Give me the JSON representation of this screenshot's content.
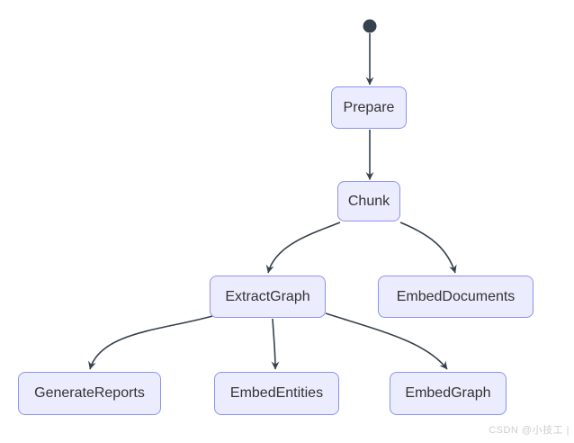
{
  "diagram": {
    "type": "state-flow-diagram",
    "colors": {
      "background": "#FFFFFF",
      "node_fill": "#ECECFF",
      "node_border": "#8A93F2",
      "edge_color": "#36414D",
      "start_node_color": "#36414D",
      "text_color": "#333333",
      "watermark_color": "#CDCDCD"
    },
    "start_node": {
      "shape": "filled-circle"
    },
    "nodes": [
      {
        "id": "Prepare",
        "label": "Prepare"
      },
      {
        "id": "Chunk",
        "label": "Chunk"
      },
      {
        "id": "ExtractGraph",
        "label": "ExtractGraph"
      },
      {
        "id": "EmbedDocuments",
        "label": "EmbedDocuments"
      },
      {
        "id": "GenerateReports",
        "label": "GenerateReports"
      },
      {
        "id": "EmbedEntities",
        "label": "EmbedEntities"
      },
      {
        "id": "EmbedGraph",
        "label": "EmbedGraph"
      }
    ],
    "edges": [
      {
        "from": "start",
        "to": "Prepare"
      },
      {
        "from": "Prepare",
        "to": "Chunk"
      },
      {
        "from": "Chunk",
        "to": "ExtractGraph"
      },
      {
        "from": "Chunk",
        "to": "EmbedDocuments"
      },
      {
        "from": "ExtractGraph",
        "to": "GenerateReports"
      },
      {
        "from": "ExtractGraph",
        "to": "EmbedEntities"
      },
      {
        "from": "ExtractGraph",
        "to": "EmbedGraph"
      }
    ]
  },
  "watermark": {
    "text": "CSDN @小技工 |"
  }
}
